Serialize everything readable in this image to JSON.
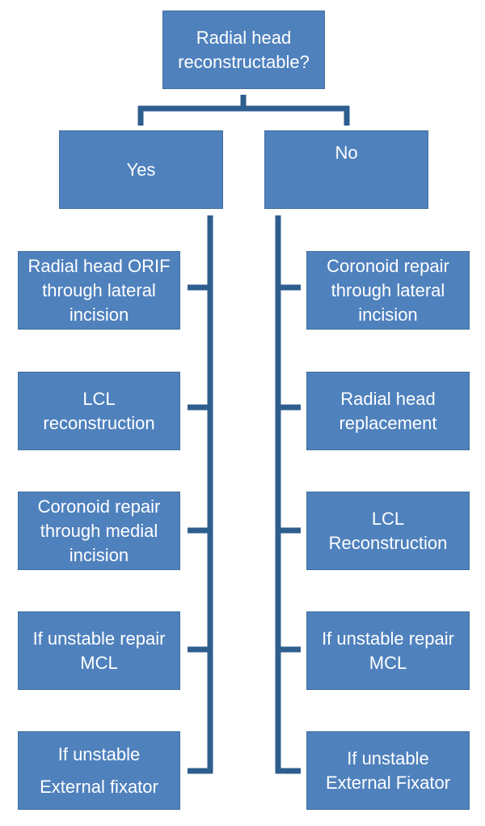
{
  "colors": {
    "box_fill": "#4f81bd",
    "box_border": "#41719c",
    "connector": "#2e5e8e",
    "text": "#ffffff"
  },
  "root": {
    "lines": [
      "Radial head",
      "reconstructable?"
    ]
  },
  "branches": {
    "yes": {
      "label": "Yes",
      "steps": [
        {
          "lines": [
            "Radial head ORIF",
            "through lateral",
            "incision"
          ]
        },
        {
          "lines": [
            "LCL",
            "reconstruction"
          ]
        },
        {
          "lines": [
            "Coronoid repair",
            "through medial",
            "incision"
          ]
        },
        {
          "lines": [
            "If unstable repair",
            "MCL"
          ]
        },
        {
          "lines": [
            "If unstable",
            "External fixator"
          ]
        }
      ]
    },
    "no": {
      "label": "No",
      "steps": [
        {
          "lines": [
            "Coronoid repair",
            "through lateral",
            "incision"
          ]
        },
        {
          "lines": [
            "Radial head",
            "replacement"
          ]
        },
        {
          "lines": [
            "LCL",
            "Reconstruction"
          ]
        },
        {
          "lines": [
            "If unstable repair",
            "MCL"
          ]
        },
        {
          "lines": [
            "If unstable",
            "External Fixator"
          ]
        }
      ]
    }
  }
}
